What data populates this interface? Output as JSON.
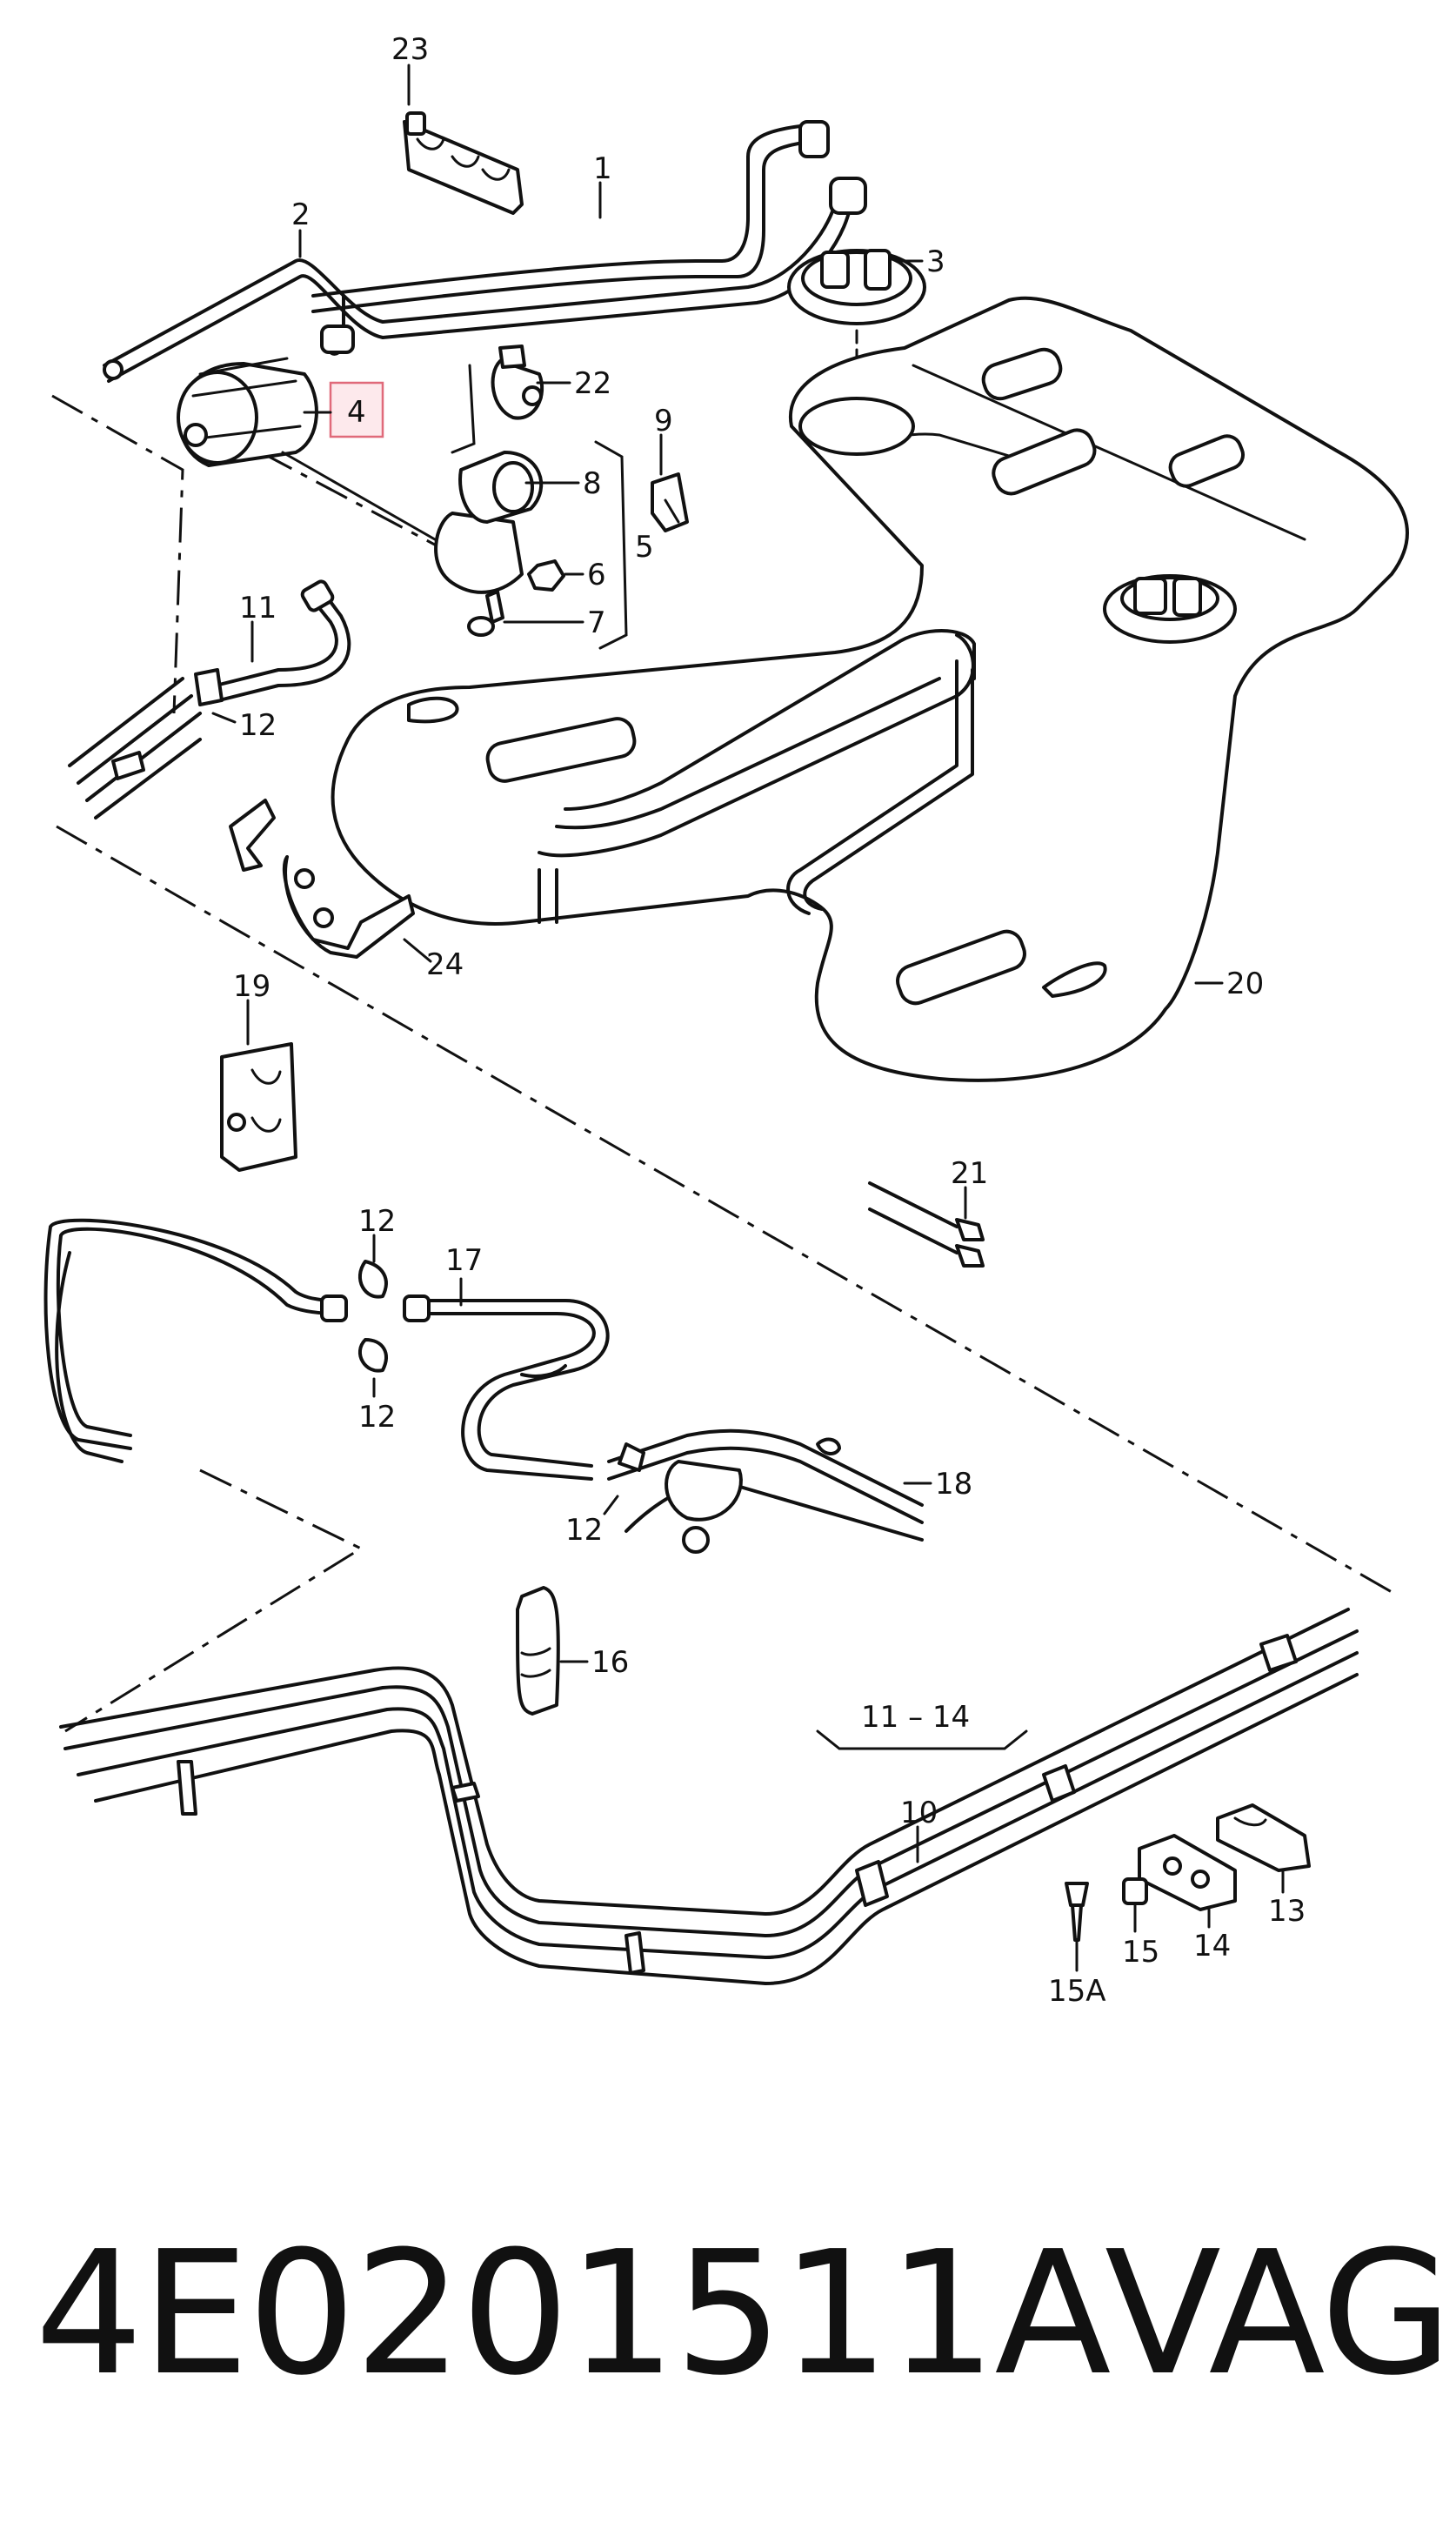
{
  "callouts": {
    "c23": "23",
    "c1": "1",
    "c2": "2",
    "c3": "3",
    "c22": "22",
    "c4": "4",
    "c9": "9",
    "c8": "8",
    "c5": "5",
    "c6": "6",
    "c7": "7",
    "c11": "11",
    "c12a": "12",
    "c24": "24",
    "c20": "20",
    "c19": "19",
    "c21": "21",
    "c12b": "12",
    "c17": "17",
    "c12c": "12",
    "c18": "18",
    "c12d": "12",
    "c16": "16",
    "c11_14": "11 – 14",
    "c10": "10",
    "c13": "13",
    "c14": "14",
    "c15": "15",
    "c15a": "15A"
  },
  "caption": {
    "part_number": "4E0201511A",
    "brand": "VAG"
  },
  "colors": {
    "line": "#111111",
    "highlight_fill": "#fde9ec",
    "highlight_stroke": "#e06a7a"
  }
}
